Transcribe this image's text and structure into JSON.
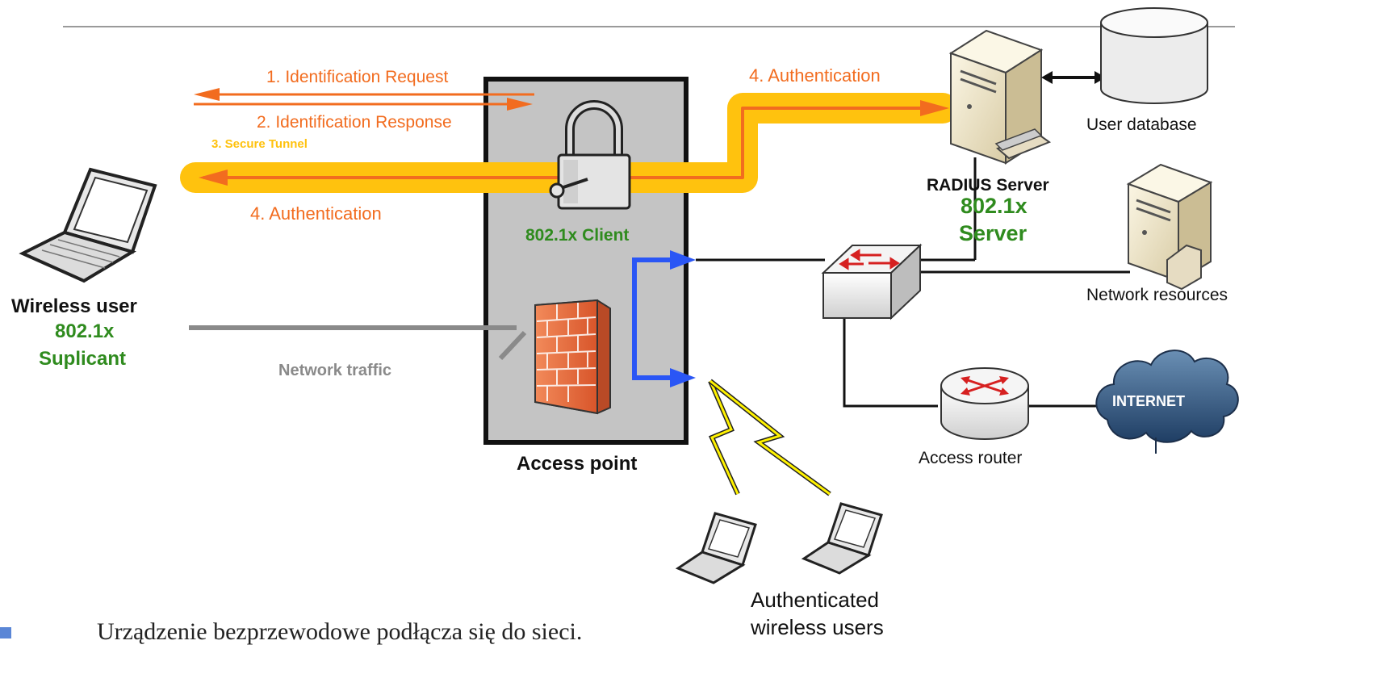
{
  "arrows": {
    "identification_request": "1. Identification Request",
    "identification_response": "2. Identification Response",
    "secure_tunnel": "3. Secure Tunnel",
    "authentication_left": "4. Authentication",
    "authentication_right": "4. Authentication",
    "network_traffic": "Network traffic"
  },
  "wireless_user": {
    "title": "Wireless user",
    "subtitle_1": "802.1x",
    "subtitle_2": "Suplicant"
  },
  "access_point": {
    "title": "Access point",
    "client_label": "802.1x Client"
  },
  "radius": {
    "title": "RADIUS Server",
    "subtitle_1": "802.1x",
    "subtitle_2": "Server"
  },
  "user_database": {
    "label": "User database"
  },
  "network_resources": {
    "label": "Network resources"
  },
  "access_router": {
    "label": "Access router"
  },
  "internet": {
    "label": "INTERNET"
  },
  "authenticated_users": {
    "line1": "Authenticated",
    "line2": "wireless users"
  },
  "bullet": {
    "text": "Urządzenie bezprzewodowe podłącza się do sieci."
  },
  "colors": {
    "orange": "#f26c1f",
    "tunnel_yellow": "#ffc20e",
    "green": "#2f8b1e",
    "blue": "#2a56f5",
    "ap_gray": "#c4c4c4",
    "bullet_blue": "#5a86d6"
  }
}
